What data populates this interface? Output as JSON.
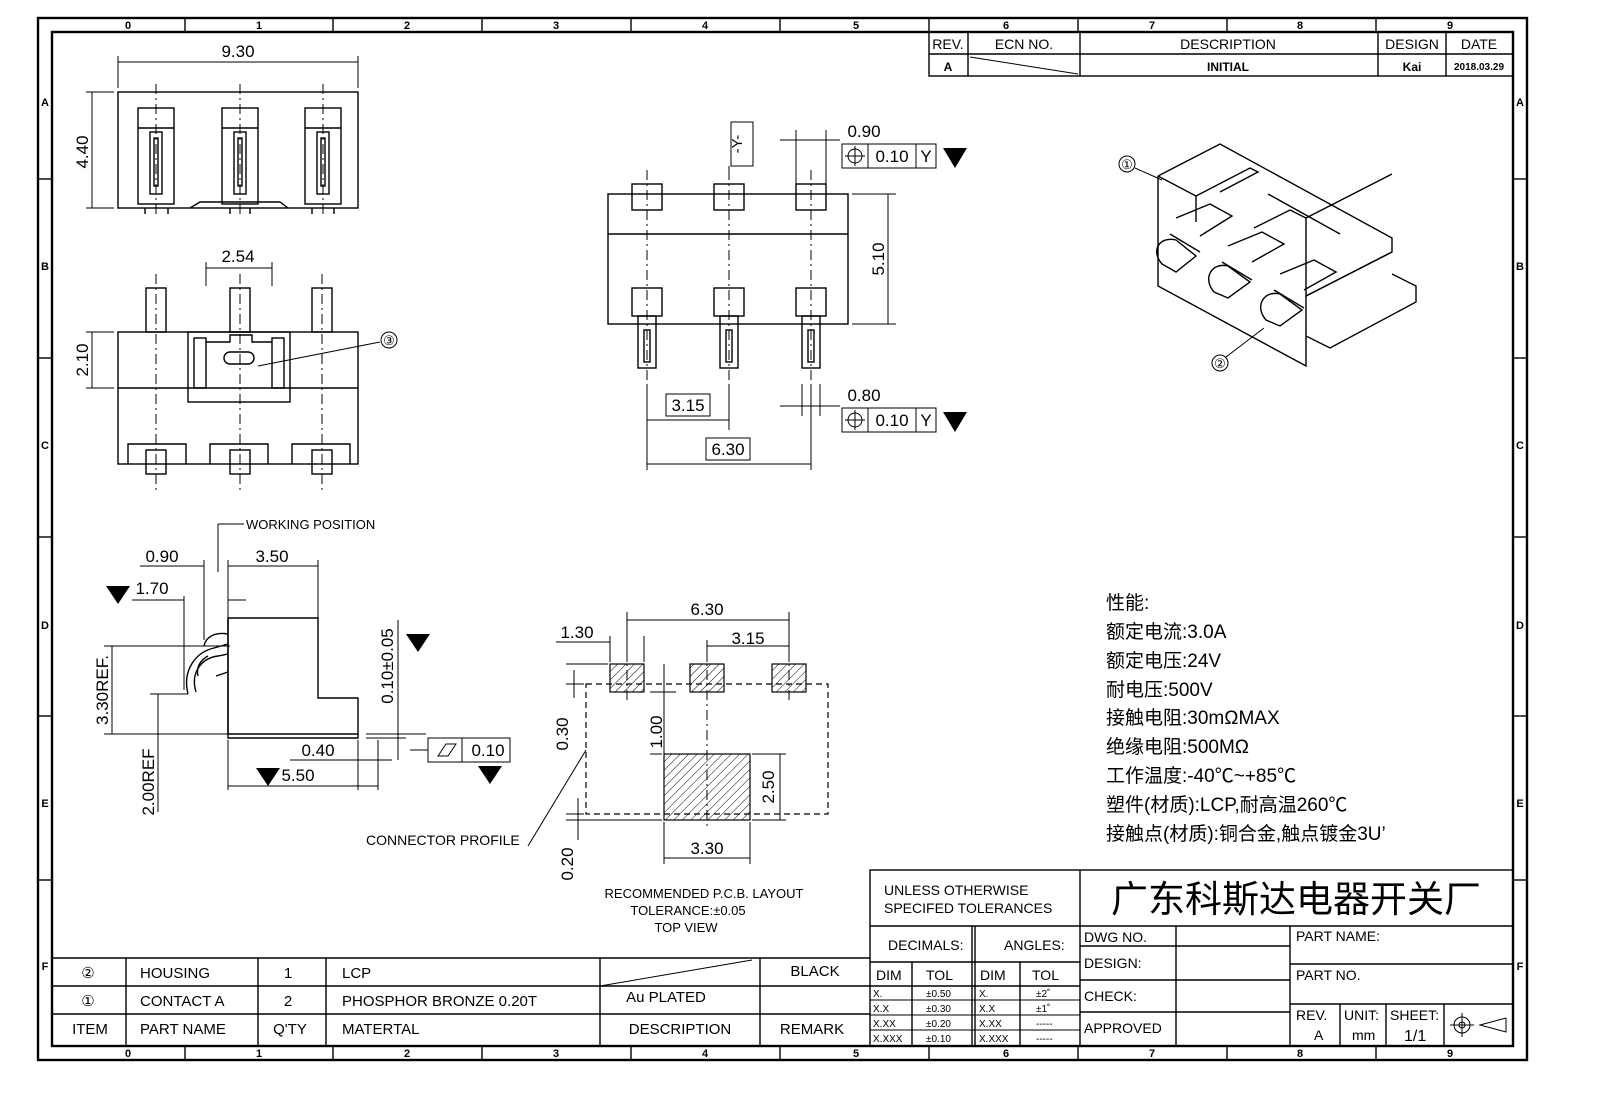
{
  "zone_cols": [
    "0",
    "1",
    "2",
    "3",
    "4",
    "5",
    "6",
    "7",
    "8",
    "9"
  ],
  "zone_rows": [
    "A",
    "B",
    "C",
    "D",
    "E",
    "F"
  ],
  "revision_table": {
    "headers": {
      "rev": "REV.",
      "ecn": "ECN NO.",
      "description": "DESCRIPTION",
      "design": "DESIGN",
      "date": "DATE"
    },
    "row": {
      "rev": "A",
      "description": "INITIAL",
      "design": "Kai",
      "date": "2018.03.29"
    }
  },
  "top_view": {
    "dim_width": "9.30",
    "dim_height": "4.40"
  },
  "bottom_view": {
    "dim_pitch": "2.54",
    "dim_height": "2.10",
    "balloon": "③"
  },
  "front_view": {
    "datum": "-Y-",
    "dim_top": "0.90",
    "fcf_top_tol": "0.10",
    "fcf_datum": "Y",
    "dim_height": "5.10",
    "dim_pitch": "3.15",
    "dim_span": "6.30",
    "dim_bottom": "0.80",
    "fcf_bottom_tol": "0.10",
    "position_symbol": "⊕"
  },
  "iso_view": {
    "balloon_1": "①",
    "balloon_2": "②"
  },
  "side_view": {
    "working_position": "WORKING POSITION",
    "dim_090": "0.90",
    "dim_350": "3.50",
    "dim_170": "1.70",
    "dim_330": "3.30REF.",
    "dim_200": "2.00REF",
    "dim_040": "0.40",
    "dim_550": "5.50",
    "dim_010": "0.10±0.05",
    "flat_tol": "0.10",
    "connector_profile": "CONNECTOR PROFILE"
  },
  "pcb_layout": {
    "dim_630": "6.30",
    "dim_130": "1.30",
    "dim_315": "3.15",
    "dim_030": "0.30",
    "dim_100": "1.00",
    "dim_250": "2.50",
    "dim_330": "3.30",
    "dim_020": "0.20",
    "caption": [
      "RECOMMENDED P.C.B. LAYOUT",
      "TOLERANCE:±0.05",
      "TOP VIEW"
    ]
  },
  "specs": [
    "性能:",
    "额定电流:3.0A",
    "额定电压:24V",
    "耐电压:500V",
    "接触电阻:30mΩMAX",
    "绝缘电阻:500MΩ",
    "工作温度:-40℃~+85℃",
    "塑件(材质):LCP,耐高温260℃",
    "接触点(材质):铜合金,触点镀金3U’"
  ],
  "title_block": {
    "tol_header": [
      "UNLESS OTHERWISE",
      "SPECIFED TOLERANCES"
    ],
    "decimals": "DECIMALS:",
    "angles": "ANGLES:",
    "dim": "DIM",
    "tol": "TOL",
    "dec_rows": [
      [
        "X.",
        "±0.50"
      ],
      [
        "X.X",
        "±0.30"
      ],
      [
        "X.XX",
        "±0.20"
      ],
      [
        "X.XXX",
        "±0.10"
      ]
    ],
    "ang_rows": [
      [
        "X.",
        "±2˚"
      ],
      [
        "X.X",
        "±1˚"
      ],
      [
        "X.XX",
        "-----"
      ],
      [
        "X.XXX",
        "-----"
      ]
    ],
    "company": "广东科斯达电器开关厂",
    "dwg_no": "DWG NO.",
    "design": "DESIGN:",
    "check": "CHECK:",
    "approved": "APPROVED",
    "part_name": "PART NAME:",
    "part_no": "PART NO.",
    "rev": "REV.",
    "rev_val": "A",
    "unit": "UNIT:",
    "unit_val": "mm",
    "sheet": "SHEET:",
    "sheet_val": "1/1"
  },
  "bom": {
    "rows": [
      {
        "item": "②",
        "name": "HOUSING",
        "qty": "1",
        "material": "LCP",
        "description": "",
        "remark": "BLACK"
      },
      {
        "item": "①",
        "name": "CONTACT A",
        "qty": "2",
        "material": "PHOSPHOR BRONZE 0.20T",
        "description": "Au PLATED",
        "remark": ""
      }
    ],
    "header": {
      "item": "ITEM",
      "name": "PART NAME",
      "qty": "Q'TY",
      "material": "MATERTAL",
      "description": "DESCRIPTION",
      "remark": "REMARK"
    }
  }
}
